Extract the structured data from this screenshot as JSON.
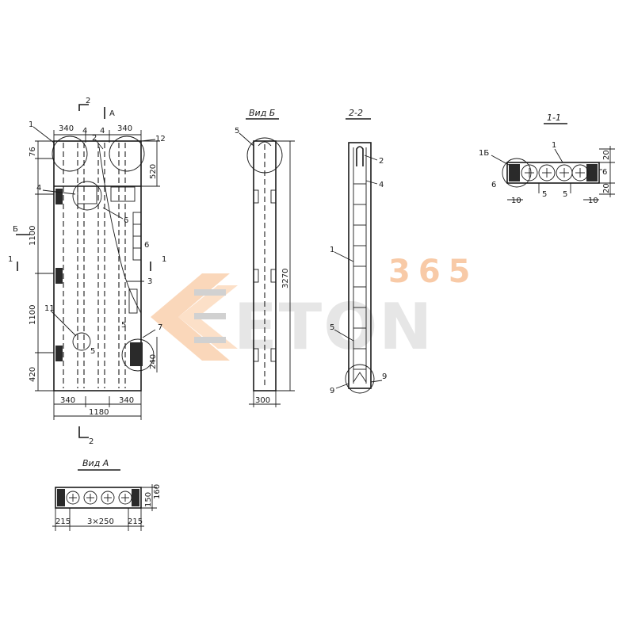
{
  "views": {
    "main": {
      "dims": {
        "top_left": "340",
        "top_right": "340",
        "side_76": "76",
        "side_520": "520",
        "side_1100_upper": "1100",
        "side_1100_lower": "1100",
        "side_420": "420",
        "side_240": "240",
        "bottom_left": "340",
        "bottom_right": "340",
        "overall_width": "1180"
      },
      "section_marks": {
        "top": "2",
        "bottom": "2",
        "left": "1",
        "right": "1",
        "view_b_arrow": "Б",
        "view_a_arrow": "А"
      },
      "callouts": {
        "c1": "1",
        "c2": "2",
        "c4a": "4",
        "c4b": "4",
        "c4c": "4",
        "c12": "12",
        "c6a": "6",
        "c6b": "6",
        "c3": "3",
        "c11": "11",
        "c5a": "5",
        "c5b": "5",
        "c7": "7"
      }
    },
    "view_b": {
      "title": "Вид Б",
      "callout_5": "5",
      "dim_height": "3270",
      "dim_width": "300"
    },
    "section_2_2": {
      "title": "2-2",
      "callout_2": "2",
      "callout_4": "4",
      "callout_1": "1",
      "callout_5": "5",
      "callout_9a": "9",
      "callout_9b": "9"
    },
    "section_1_1": {
      "title": "1-1",
      "callout_1": "1",
      "callout_1b": "1Б",
      "callout_6a": "6",
      "callout_6b": "6",
      "callout_5a": "5",
      "callout_5b": "5",
      "dim_20a": "20",
      "dim_20b": "20",
      "dim_10a": "10",
      "dim_10b": "10"
    },
    "view_a": {
      "title": "Вид А",
      "dim_left": "215",
      "dim_mid": "3×250",
      "dim_right": "215",
      "dim_h1": "150",
      "dim_h2": "160"
    }
  },
  "watermark": {
    "number": "365",
    "brand": "ETON",
    "accent_color": "#f28c38",
    "brand_color": "#9a9a9a"
  }
}
